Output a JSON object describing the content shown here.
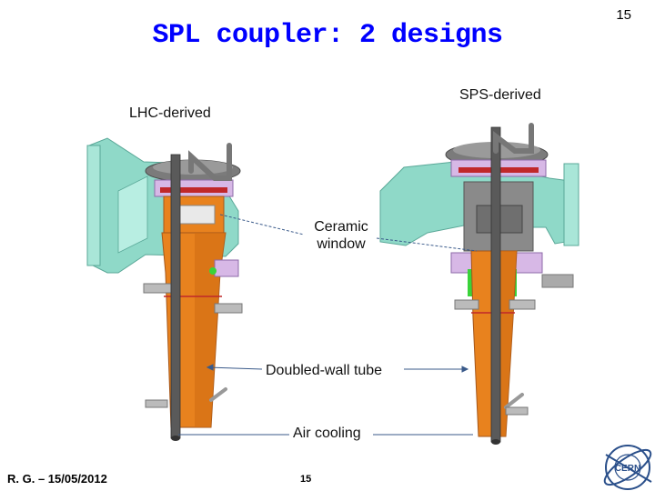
{
  "slide": {
    "title": "SPL coupler: 2 designs",
    "number_top": "15",
    "number_footer": "15",
    "footer_left": "R. G. – 15/05/2012"
  },
  "labels": {
    "lhc_derived": "LHC-derived",
    "sps_derived": "SPS-derived",
    "ceramic_line1": "Ceramic",
    "ceramic_line2": "window",
    "doubled_wall_tube": "Doubled-wall tube",
    "air_cooling": "Air cooling"
  },
  "colors": {
    "title": "#0000ff",
    "waveguide": "#8fd9c8",
    "tube_orange": "#e8821e",
    "flange_lilac": "#d7b8e6",
    "disk_gray": "#7b7b7b",
    "rod_gray": "#5a5a5a",
    "leader_line": "#3a5a8a",
    "logo": "#2a4f8a"
  },
  "logo": {
    "name": "cern-logo"
  }
}
